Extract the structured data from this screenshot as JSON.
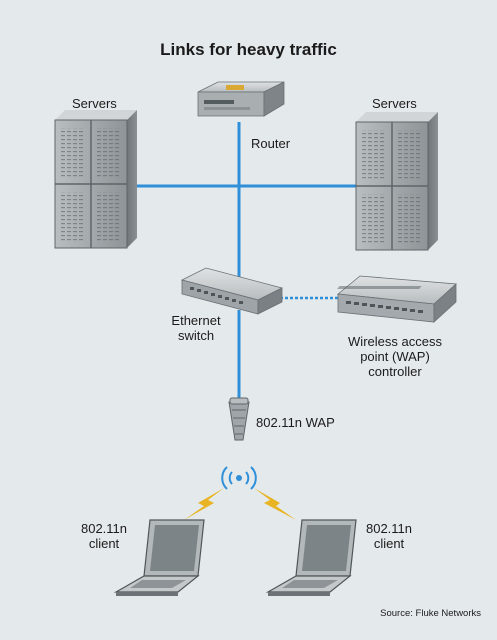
{
  "title": "Links for heavy traffic",
  "labels": {
    "servers_left": "Servers",
    "servers_right": "Servers",
    "router": "Router",
    "switch_line1": "Ethernet",
    "switch_line2": "switch",
    "wap_controller_line1": "Wireless access",
    "wap_controller_line2": "point  (WAP)",
    "wap_controller_line3": "controller",
    "wap": "802.11n WAP",
    "client_left_line1": "802.11n",
    "client_left_line2": "client",
    "client_right_line1": "802.11n",
    "client_right_line2": "client"
  },
  "source": "Source: Fluke Networks",
  "colors": {
    "background": "#e4e9eb",
    "link": "#2f8fd8",
    "wireless_bolt": "#e8b423",
    "device_gray": "#9aa0a3"
  },
  "icons": [
    "server-rack-icon",
    "router-icon",
    "ethernet-switch-icon",
    "wap-controller-icon",
    "antenna-icon",
    "wireless-signal-icon",
    "lightning-bolt-icon",
    "laptop-icon"
  ]
}
